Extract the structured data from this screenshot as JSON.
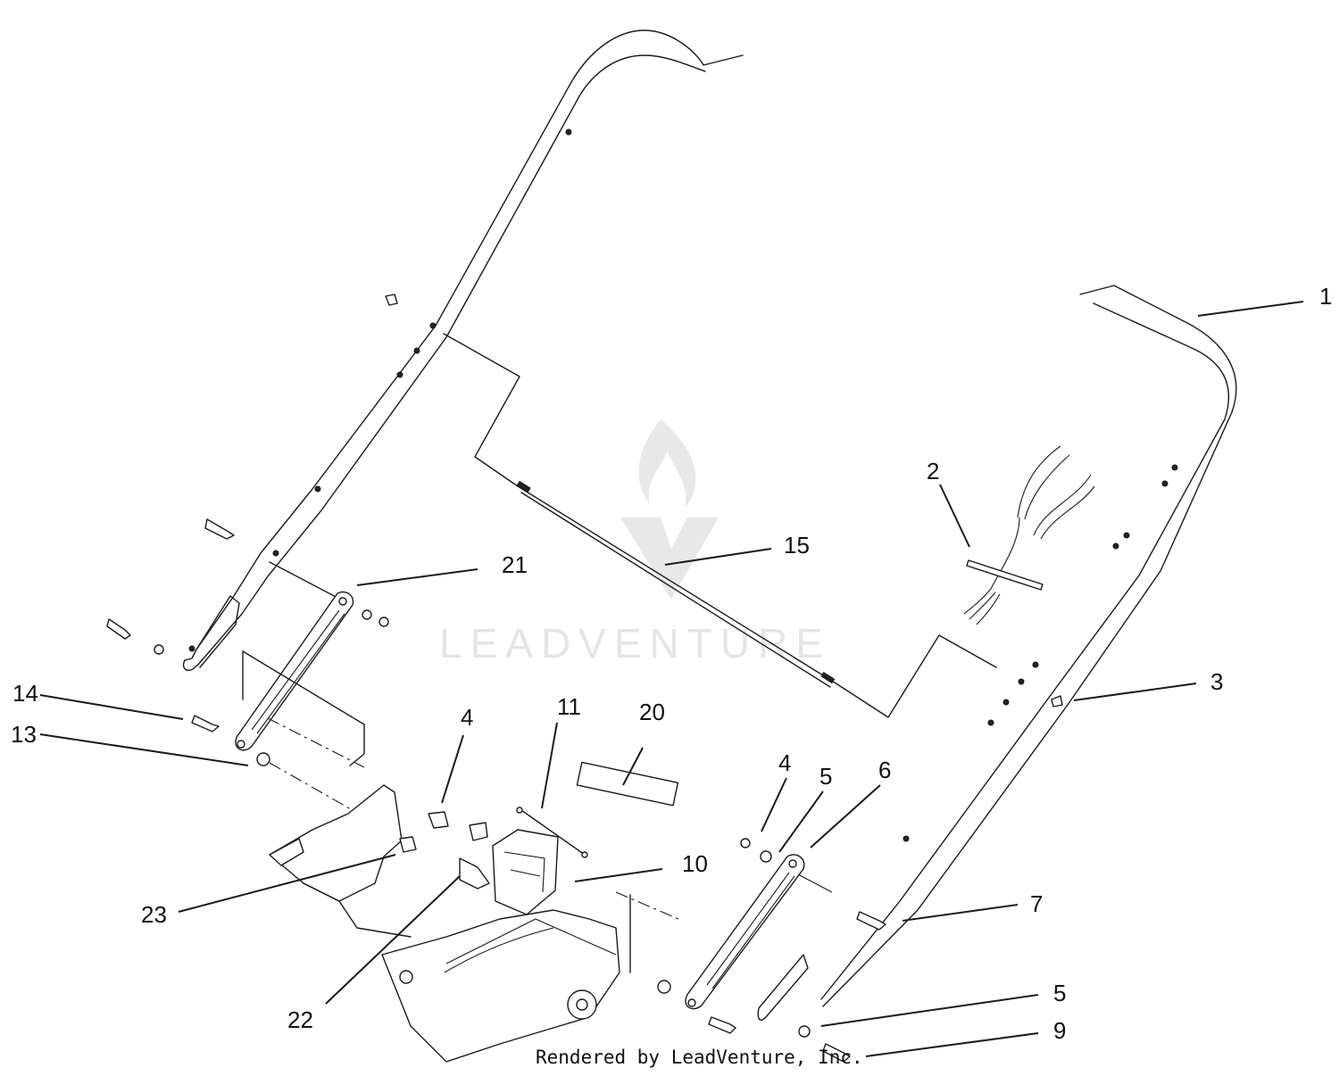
{
  "watermark": {
    "text": "LEADVENTURE"
  },
  "credit": "Rendered by LeadVenture, Inc.",
  "callouts": [
    {
      "id": "c1",
      "label": "1"
    },
    {
      "id": "c2",
      "label": "2"
    },
    {
      "id": "c3",
      "label": "3"
    },
    {
      "id": "c4a",
      "label": "4"
    },
    {
      "id": "c4b",
      "label": "4"
    },
    {
      "id": "c5a",
      "label": "5"
    },
    {
      "id": "c5b",
      "label": "5"
    },
    {
      "id": "c6",
      "label": "6"
    },
    {
      "id": "c7",
      "label": "7"
    },
    {
      "id": "c9",
      "label": "9"
    },
    {
      "id": "c10",
      "label": "10"
    },
    {
      "id": "c11",
      "label": "11"
    },
    {
      "id": "c13",
      "label": "13"
    },
    {
      "id": "c14",
      "label": "14"
    },
    {
      "id": "c15",
      "label": "15"
    },
    {
      "id": "c20",
      "label": "20"
    },
    {
      "id": "c21",
      "label": "21"
    },
    {
      "id": "c22",
      "label": "22"
    },
    {
      "id": "c23",
      "label": "23"
    }
  ]
}
